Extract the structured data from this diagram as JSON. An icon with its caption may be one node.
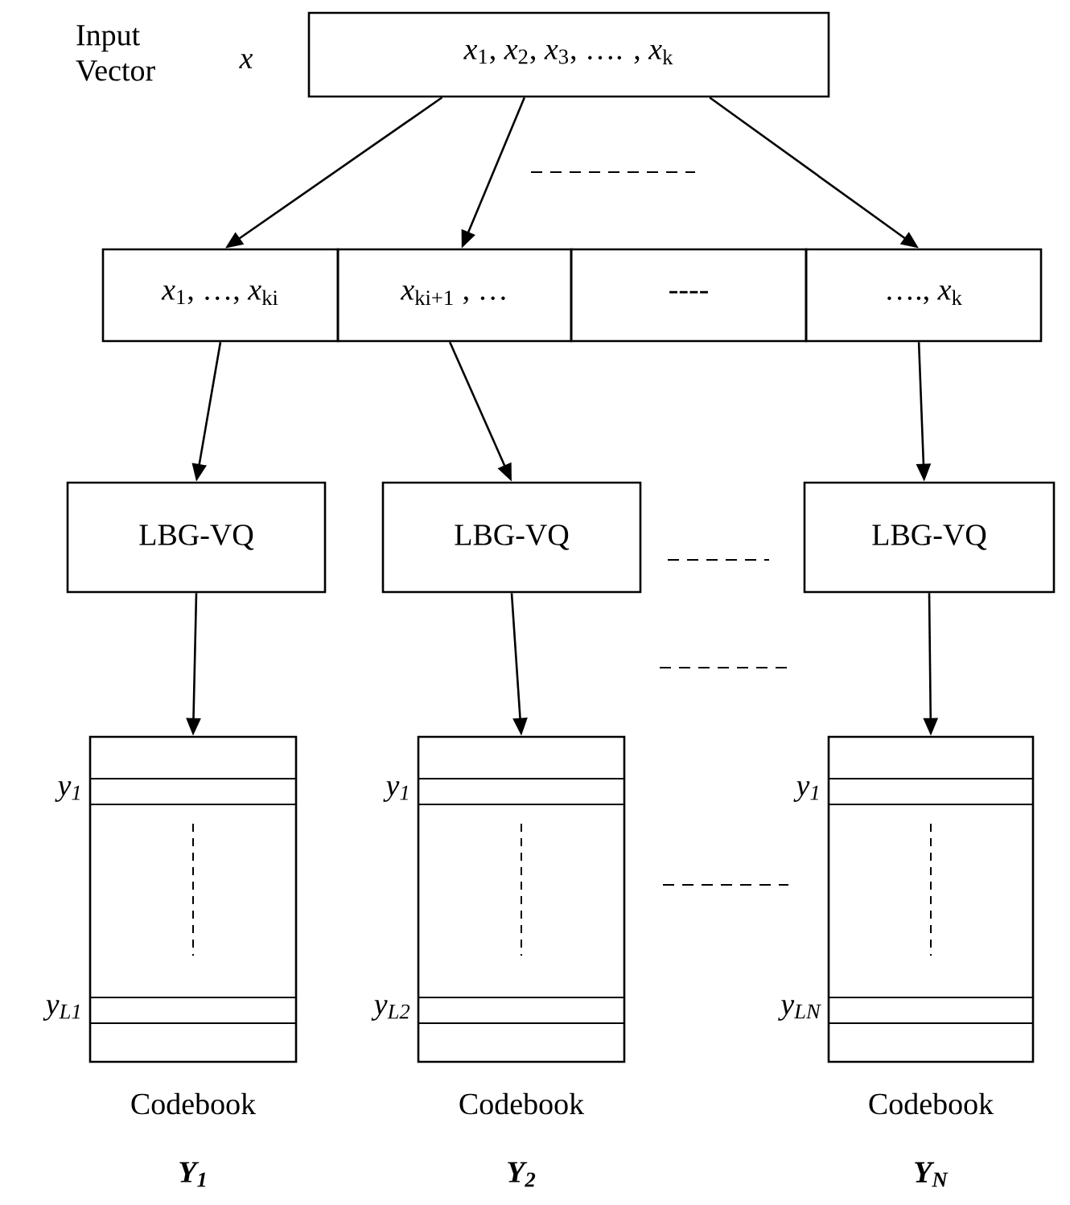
{
  "diagram": {
    "nodes": [
      {
        "text": [
          "*x*$_{1}$,  *x*$_{2}$,  *x*$_{3}$,  …. ,  *x*$_{k}$"
        ],
        "beside": [
          "Input Vector",
          "x"
        ]
      },
      {
        "text": [
          "*x*$_{1}$, …, *x*$_{ki}$"
        ]
      },
      {
        "text": [
          "*x*$_{ki+1}$ , …"
        ]
      },
      {
        "text": [
          "----"
        ]
      },
      {
        "text": [
          "…., *x*$_{k}$"
        ]
      },
      {
        "text": [
          "LBG-VQ"
        ]
      },
      {
        "text": [
          "LBG-VQ"
        ]
      },
      {
        "text": [
          "LBG-VQ"
        ]
      },
      {
        "text": [
          "Codebook",
          "Y$_{1}$"
        ],
        "beside": [
          "y$_{1}$",
          "y$_{L1}$"
        ]
      },
      {
        "text": [
          "Codebook",
          "Y$_{2}$"
        ],
        "beside": [
          "y$_{1}$",
          "y$_{L2}$"
        ]
      },
      {
        "text": [
          "Codebook",
          "Y$_{N}$"
        ],
        "beside": [
          "y$_{1}$",
          "y$_{LN}$"
        ]
      }
    ],
    "edges": [
      {
        "from": 0,
        "to": 1,
        "arrow": "to"
      },
      {
        "from": 0,
        "to": 2,
        "arrow": "to"
      },
      {
        "from": 0,
        "to": 4,
        "arrow": "to"
      },
      {
        "from": 1,
        "to": 5,
        "arrow": "to"
      },
      {
        "from": 2,
        "to": 6,
        "arrow": "to"
      },
      {
        "from": 4,
        "to": 7,
        "arrow": "to"
      },
      {
        "from": 5,
        "to": 8,
        "arrow": "to"
      },
      {
        "from": 6,
        "to": 9,
        "arrow": "to"
      },
      {
        "from": 7,
        "to": 10,
        "arrow": "to"
      }
    ]
  }
}
